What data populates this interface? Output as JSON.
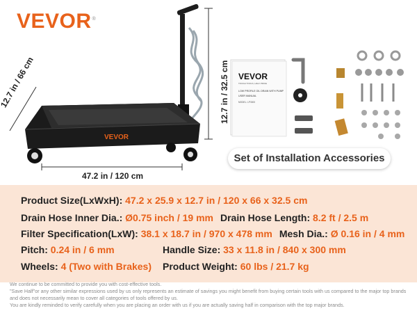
{
  "brand": {
    "name": "VEVOR",
    "mark": "®"
  },
  "dimensions": {
    "width": "12.7 in / 66 cm",
    "length": "47.2 in / 120 cm",
    "height": "12.7 in / 32.5 cm"
  },
  "manual": {
    "brand": "VEVOR",
    "tagline": "TOUGH TOOLS, HALF PRICE",
    "title": "LOW PROFILE OIL DRAIN WITH PUMP",
    "subtitle": "USER MANUAL",
    "model": "MODEL: LP3000"
  },
  "product_badge": "VEVOR",
  "accessories_label": "Set of Installation Accessories",
  "specs": [
    [
      {
        "k": "Product Size(LxWxH): ",
        "v": "47.2 x 25.9 x 12.7 in / 120 x 66 x 32.5 cm"
      }
    ],
    [
      {
        "k": "Drain Hose Inner Dia.: ",
        "v": "Ø0.75 inch / 19 mm"
      },
      {
        "k": "Drain Hose Length: ",
        "v": "8.2 ft / 2.5 m"
      }
    ],
    [
      {
        "k": "Filter Specification(LxW): ",
        "v": "38.1 x 18.7 in / 970 x 478 mm"
      },
      {
        "k": "Mesh Dia.: ",
        "v": "Ø 0.16 in  / 4 mm"
      }
    ],
    [
      {
        "k": "Pitch: ",
        "v": "0.24 in / 6 mm"
      },
      {
        "k": "Handle Size: ",
        "v": "33 x 11.8 in / 840 x 300 mm"
      }
    ],
    [
      {
        "k": "Wheels: ",
        "v": "4 (Two with Brakes)"
      },
      {
        "k": "Product Weight: ",
        "v": "60 lbs / 21.7 kg"
      }
    ]
  ],
  "disclaimer": [
    "We continue to be committed to provide you with cost-effective tools.",
    "\"Save Half\"or any other similar expressions used by us only represents an estimate of savings you might benefit from buying certain tools with us compared to the major top brands and does not necessarily mean to cover all categories of tools offered by us.",
    "You are kindly reminded to verify carefully when you are placing an order with us if you are actually saving half in comparison with the top major brands."
  ],
  "colors": {
    "accent": "#e8621b",
    "panel": "#fbe5d6",
    "body": "#1c1c1c"
  }
}
